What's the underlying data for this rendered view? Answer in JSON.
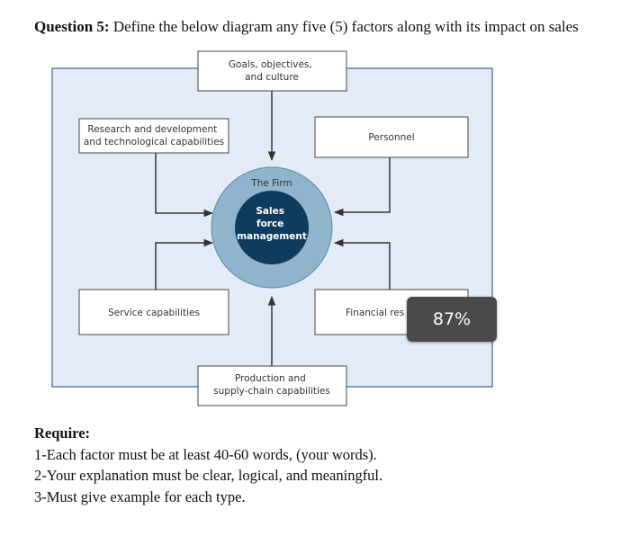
{
  "question": {
    "label": "Question 5:",
    "text": " Define the below diagram any five (5) factors along with its impact on sales"
  },
  "diagram": {
    "top": [
      "Goals, objectives,",
      "and culture"
    ],
    "left_top": [
      "Research and development",
      "and technological capabilities"
    ],
    "right_top": [
      "Personnel"
    ],
    "left_bottom": [
      "Service capabilities"
    ],
    "right_bottom": [
      "Financial res"
    ],
    "bottom": [
      "Production and",
      "supply-chain capabilities"
    ],
    "ring_label": "The Firm",
    "core": [
      "Sales",
      "force",
      "management"
    ],
    "colors": {
      "panel": "#e3ecf6",
      "panel_border": "#5b82b4",
      "ring": "#8fb4cb",
      "core": "#0f3c5e"
    }
  },
  "zoom_overlay": "87%",
  "requirements": {
    "heading": "Require:",
    "items": [
      "1-Each factor must be at least 40-60 words, (your words).",
      "2-Your explanation must be clear, logical, and meaningful.",
      "3-Must give example for each type."
    ]
  }
}
